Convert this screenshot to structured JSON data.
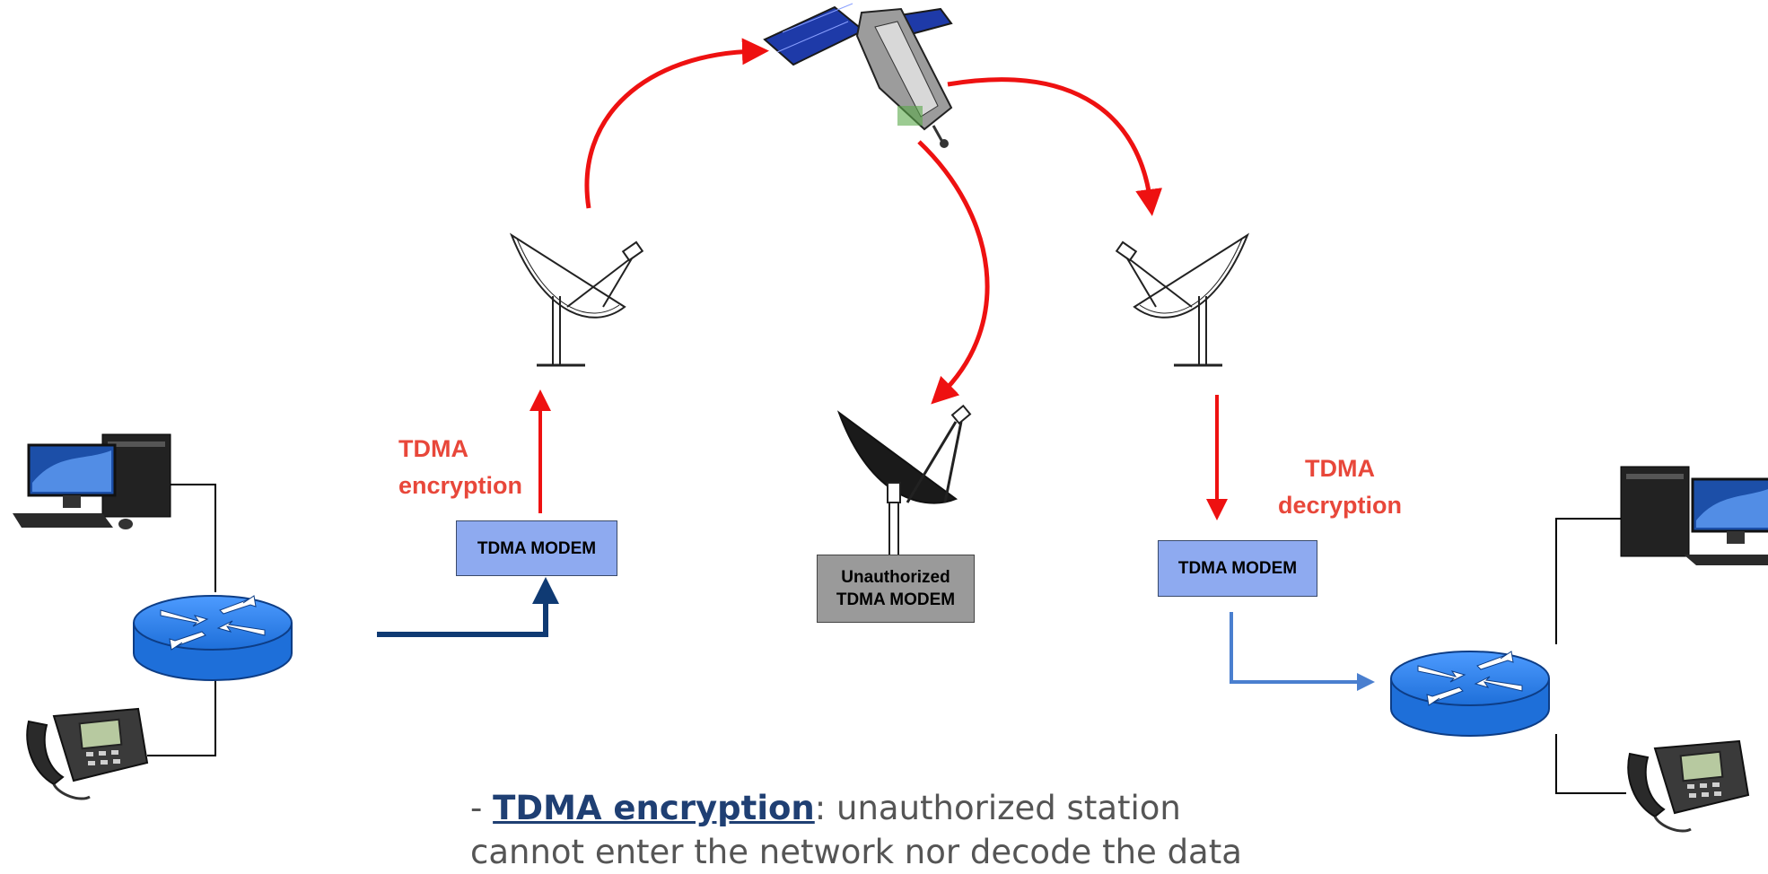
{
  "labels": {
    "left_modem": "TDMA MODEM",
    "right_modem": "TDMA MODEM",
    "unauth_modem_line1": "Unauthorized",
    "unauth_modem_line2": "TDMA MODEM",
    "encryption_line1": "TDMA",
    "encryption_line2": "encryption",
    "decryption_line1": "TDMA",
    "decryption_line2": "decryption"
  },
  "note": {
    "prefix": "- ",
    "keyword": "TDMA encryption",
    "rest_line1": ": unauthorized station",
    "line2": "cannot enter  the network nor decode the data"
  },
  "colors": {
    "red_arrow": "#ee1111",
    "label_red": "#e8473a",
    "navy_arrow": "#0f3a73",
    "blue_arrow": "#4a7fcf",
    "modem_blue": "#8eaaf0",
    "modem_gray": "#9a9a9a",
    "router_blue": "#1e6fd9"
  },
  "icons": [
    "satellite-icon",
    "satellite-dish-icon",
    "router-icon",
    "desktop-computer-icon",
    "ip-phone-icon"
  ]
}
